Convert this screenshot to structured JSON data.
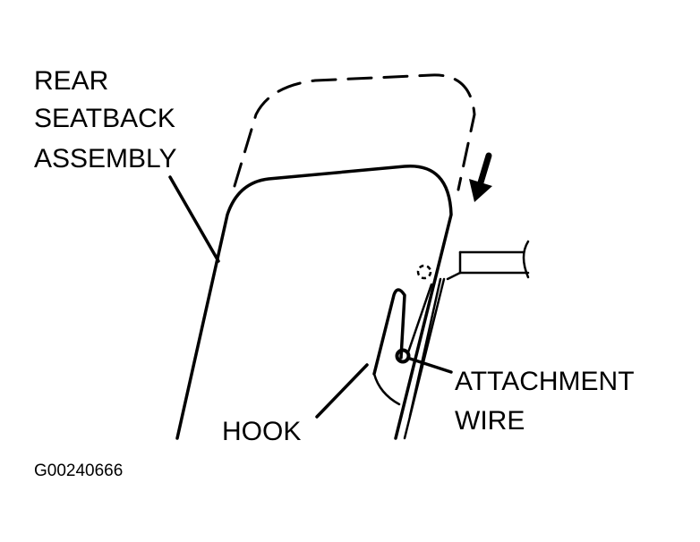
{
  "labels": {
    "seatback_line1": "REAR",
    "seatback_line2": "SEATBACK",
    "seatback_line3": "ASSEMBLY",
    "attachment_line1": "ATTACHMENT",
    "attachment_line2": "WIRE",
    "hook": "HOOK"
  },
  "figure_code": "G00240666",
  "colors": {
    "ink": "#000000",
    "background": "#ffffff"
  }
}
